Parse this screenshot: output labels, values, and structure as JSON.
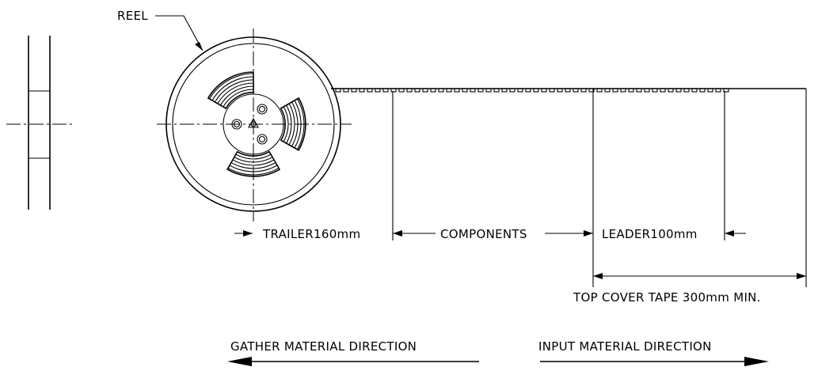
{
  "labels": {
    "reel": "REEL",
    "trailer": "TRAILER160mm",
    "components": "COMPONENTS",
    "leader": "LEADER100mm",
    "top_cover_tape": "TOP  COVER  TAPE  300mm  MIN.",
    "gather_direction": "GATHER  MATERIAL  DIRECTION",
    "input_direction": "INPUT  MATERIAL  DIRECTION"
  }
}
